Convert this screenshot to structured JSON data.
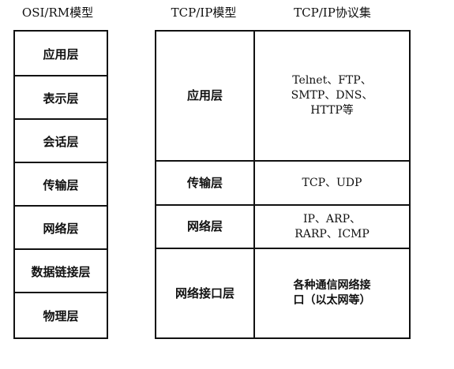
{
  "headers": {
    "osi": "OSI/RM模型",
    "tcp_model": "TCP/IP模型",
    "tcp_suite": "TCP/IP协议集"
  },
  "osi_layers": [
    "应用层",
    "表示层",
    "会话层",
    "传输层",
    "网络层",
    "数据链接层",
    "物理层"
  ],
  "tcp_layers": [
    {
      "name": "应用层",
      "protocols": "Telnet、FTP、\nSMTP、DNS、\nHTTP等"
    },
    {
      "name": "传输层",
      "protocols": "TCP、UDP"
    },
    {
      "name": "网络层",
      "protocols": "IP、ARP、\nRARP、ICMP"
    },
    {
      "name": "网络接口层",
      "protocols": "各种通信网络接\n口（以太网等）"
    }
  ]
}
